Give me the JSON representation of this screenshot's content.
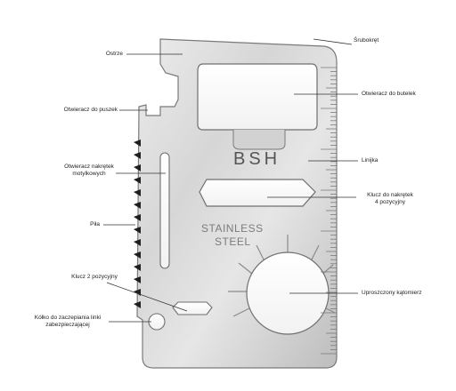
{
  "diagram": {
    "brand": "BSH",
    "stamp_line1": "STAINLESS",
    "stamp_line2": "STEEL",
    "labels": {
      "ostrze": "Ostrze",
      "srubokret": "Śrubokręt",
      "otwieracz_puszek": "Otwieracz do puszek",
      "otwieracz_butelek": "Otwieracz do butelek",
      "nakretki_motylkowe_1": "Otwieracz nakrętek",
      "nakretki_motylkowe_2": "motylkowych",
      "linijka": "Linijka",
      "klucz4_1": "Klucz do nakrętek",
      "klucz4_2": "4 pozycyjny",
      "pila": "Piła",
      "klucz2": "Klucz 2 pozycyjny",
      "katomierz": "Uproszczony kątomierz",
      "kolko_1": "Kółko do zaczepiania linki",
      "kolko_2": "zabezpieczającej"
    },
    "colors": {
      "steel_light": "#e4e4e4",
      "steel_mid": "#c6c6c6",
      "steel_dark": "#8a8a8a",
      "edge": "#6f6f6f",
      "line": "#333333",
      "serration": "#1f1f1f"
    }
  }
}
